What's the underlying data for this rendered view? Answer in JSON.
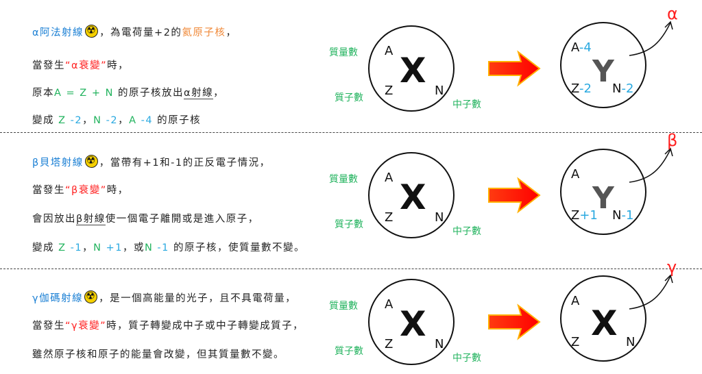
{
  "colors": {
    "blue": "#1a7fd4",
    "green": "#22b35e",
    "orange": "#f08a3a",
    "red": "#ff1e1e",
    "lightblue": "#2aa9e0",
    "black": "#222222",
    "gray": "#555555"
  },
  "sections": [
    {
      "name": "alpha",
      "lines": [
        [
          {
            "t": "α阿法射線",
            "c": "blue"
          },
          {
            "icon": "radiation-icon"
          },
          {
            "t": "，為電荷量+2的",
            "c": "black"
          },
          {
            "t": "氦原子核",
            "c": "orange"
          },
          {
            "t": "，",
            "c": "black"
          }
        ],
        [
          {
            "t": "當發生",
            "c": "black"
          },
          {
            "t": "“α衰變”",
            "c": "red"
          },
          {
            "t": "時，",
            "c": "black"
          }
        ],
        [
          {
            "t": "原本",
            "c": "black"
          },
          {
            "t": "A = Z + N",
            "c": "green"
          },
          {
            "t": " 的原子核放出",
            "c": "black"
          },
          {
            "t": "α射線",
            "c": "black",
            "u": true
          },
          {
            "t": "，",
            "c": "black"
          }
        ],
        [
          {
            "t": "變成 ",
            "c": "black"
          },
          {
            "t": "Z",
            "c": "green"
          },
          {
            "t": " -2",
            "c": "lightblue"
          },
          {
            "t": "，",
            "c": "black"
          },
          {
            "t": "N",
            "c": "green"
          },
          {
            "t": " -2",
            "c": "lightblue"
          },
          {
            "t": "，",
            "c": "black"
          },
          {
            "t": "A",
            "c": "green"
          },
          {
            "t": " -4",
            "c": "lightblue"
          },
          {
            "t": " 的原子核",
            "c": "black"
          }
        ]
      ],
      "diagram": {
        "mass_label": "質量數",
        "proton_label": "質子數",
        "neutron_label": "中子數",
        "A": "A",
        "X": "X",
        "Z": "Z",
        "N": "N",
        "product": {
          "symbol": "Y",
          "A": "A",
          "A_delta": "-4",
          "Z": "Z",
          "Z_delta": "-2",
          "N": "N",
          "N_delta": "-2"
        },
        "ray": "α"
      }
    },
    {
      "name": "beta",
      "lines": [
        [
          {
            "t": "β貝塔射線",
            "c": "blue"
          },
          {
            "icon": "radiation-icon"
          },
          {
            "t": "，當帶有+1和-1的正反電子情況，",
            "c": "black"
          }
        ],
        [
          {
            "t": "當發生",
            "c": "black"
          },
          {
            "t": "“β衰變”",
            "c": "red"
          },
          {
            "t": "時，",
            "c": "black"
          }
        ],
        [
          {
            "t": "會因放出",
            "c": "black"
          },
          {
            "t": "β射線",
            "c": "black",
            "u": true
          },
          {
            "t": "使一個電子離開或是進入原子，",
            "c": "black"
          }
        ],
        [
          {
            "t": "變成 ",
            "c": "black"
          },
          {
            "t": "Z",
            "c": "green"
          },
          {
            "t": " -1",
            "c": "lightblue"
          },
          {
            "t": "，",
            "c": "black"
          },
          {
            "t": "N",
            "c": "green"
          },
          {
            "t": " +1",
            "c": "lightblue"
          },
          {
            "t": "，或",
            "c": "black"
          },
          {
            "t": "N",
            "c": "green"
          },
          {
            "t": " -1",
            "c": "lightblue"
          },
          {
            "t": " 的原子核，使質量數不變。",
            "c": "black"
          }
        ]
      ],
      "diagram": {
        "mass_label": "質量數",
        "proton_label": "質子數",
        "neutron_label": "中子數",
        "A": "A",
        "X": "X",
        "Z": "Z",
        "N": "N",
        "product": {
          "symbol": "Y",
          "A": "A",
          "A_delta": "",
          "Z": "Z",
          "Z_delta": "+1",
          "N": "N",
          "N_delta": "-1"
        },
        "ray": "β"
      }
    },
    {
      "name": "gamma",
      "lines": [
        [
          {
            "t": "γ伽碼射線",
            "c": "blue"
          },
          {
            "icon": "radiation-icon"
          },
          {
            "t": "，是一個高能量的光子，且不具電荷量，",
            "c": "black"
          }
        ],
        [
          {
            "t": "當發生",
            "c": "black"
          },
          {
            "t": "“γ衰變”",
            "c": "red"
          },
          {
            "t": "時，質子轉變成中子或中子轉變成質子，",
            "c": "black"
          }
        ],
        [
          {
            "t": "雖然原子核和原子的能量會改變，但其質量數不變。",
            "c": "black"
          }
        ]
      ],
      "diagram": {
        "mass_label": "質量數",
        "proton_label": "質子數",
        "neutron_label": "中子數",
        "A": "A",
        "X": "X",
        "Z": "Z",
        "N": "N",
        "product": {
          "symbol": "X",
          "A": "A",
          "A_delta": "",
          "Z": "Z",
          "Z_delta": "",
          "N": "N",
          "N_delta": ""
        },
        "ray": "γ"
      }
    }
  ]
}
